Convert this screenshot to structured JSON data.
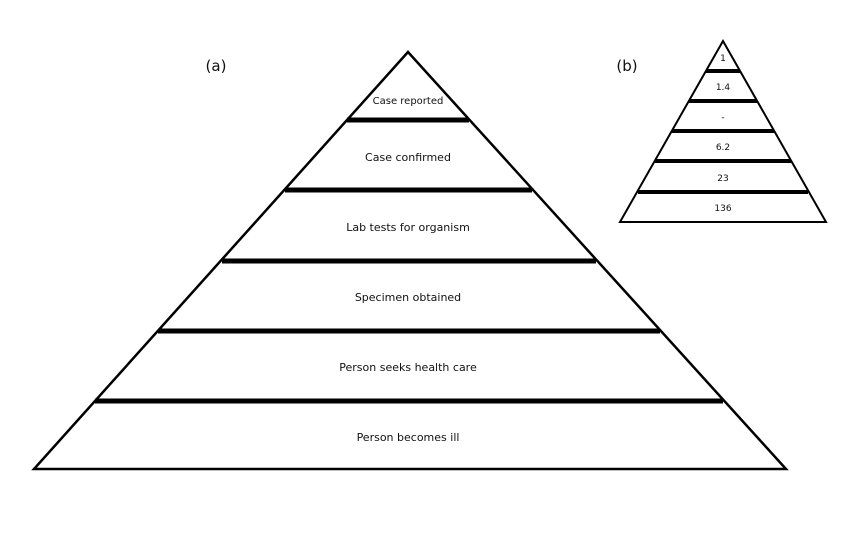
{
  "panel_a": {
    "label": "(a)",
    "tiers": [
      "Case reported",
      "Case confirmed",
      "Lab tests for organism",
      "Specimen obtained",
      "Person seeks health care",
      "Person becomes ill"
    ]
  },
  "panel_b": {
    "label": "(b)",
    "tiers": [
      "1",
      "1.4",
      "-",
      "6.2",
      "23",
      "136"
    ]
  },
  "colors": {
    "line": "#000000",
    "text": "#111111",
    "background": "#ffffff"
  }
}
